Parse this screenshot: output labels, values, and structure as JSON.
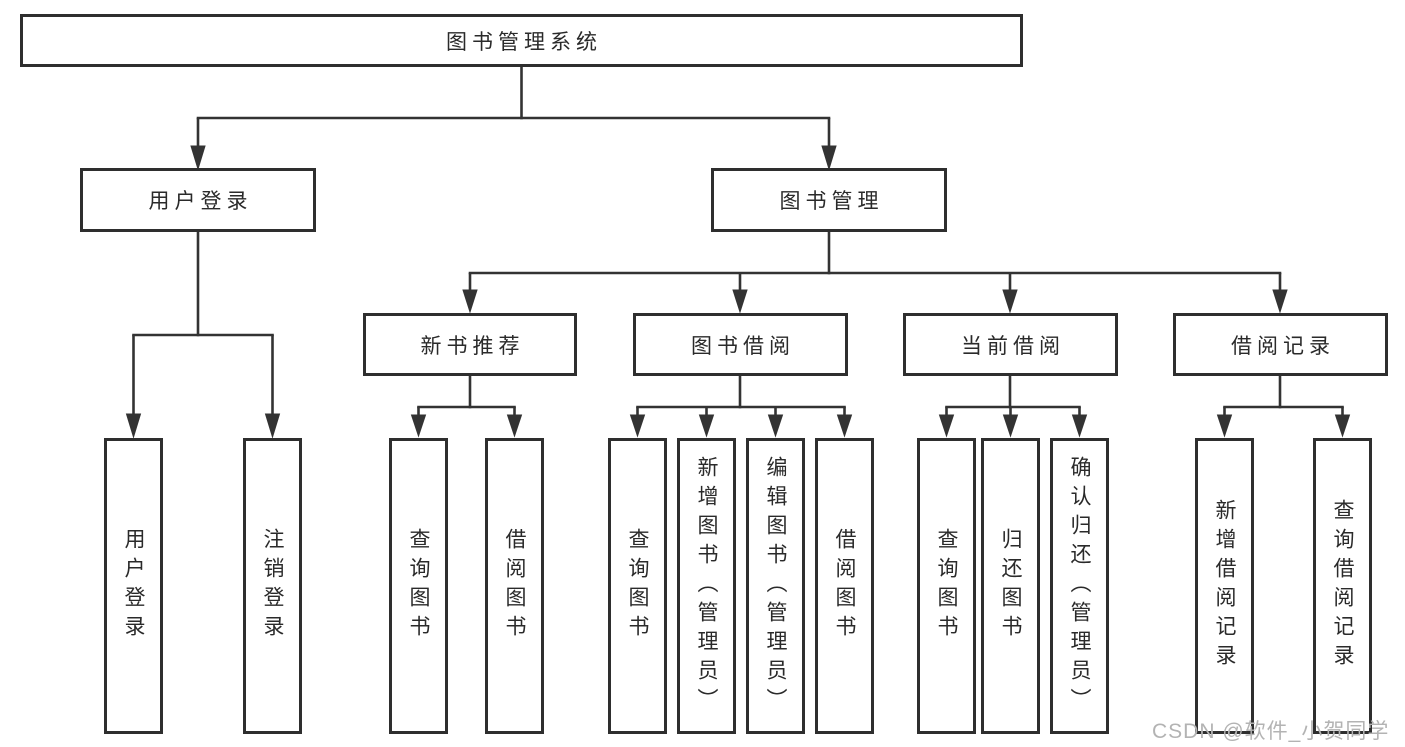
{
  "diagram": {
    "root_label": "图书管理系统",
    "level2": {
      "user_login": "用户登录",
      "book_mgmt": "图书管理"
    },
    "level3": {
      "new_books": "新书推荐",
      "book_borrow": "图书借阅",
      "current_borrow": "当前借阅",
      "borrow_records": "借阅记录"
    },
    "leaves": {
      "user_login": [
        "用户登录",
        "注销登录"
      ],
      "new_books": [
        "查询图书",
        "借阅图书"
      ],
      "book_borrow": [
        "查询图书",
        "新增图书（管理员）",
        "编辑图书（管理员）",
        "借阅图书"
      ],
      "current_borrow": [
        "查询图书",
        "归还图书",
        "确认归还（管理员）"
      ],
      "borrow_records": [
        "新增借阅记录",
        "查询借阅记录"
      ]
    }
  },
  "watermark": "CSDN @软件_小贺同学",
  "colors": {
    "background": "#ffffff",
    "line": "#333333",
    "box_border": "#2e2e2e",
    "text": "#2a2a2a",
    "watermark": "#b3b3b3"
  }
}
